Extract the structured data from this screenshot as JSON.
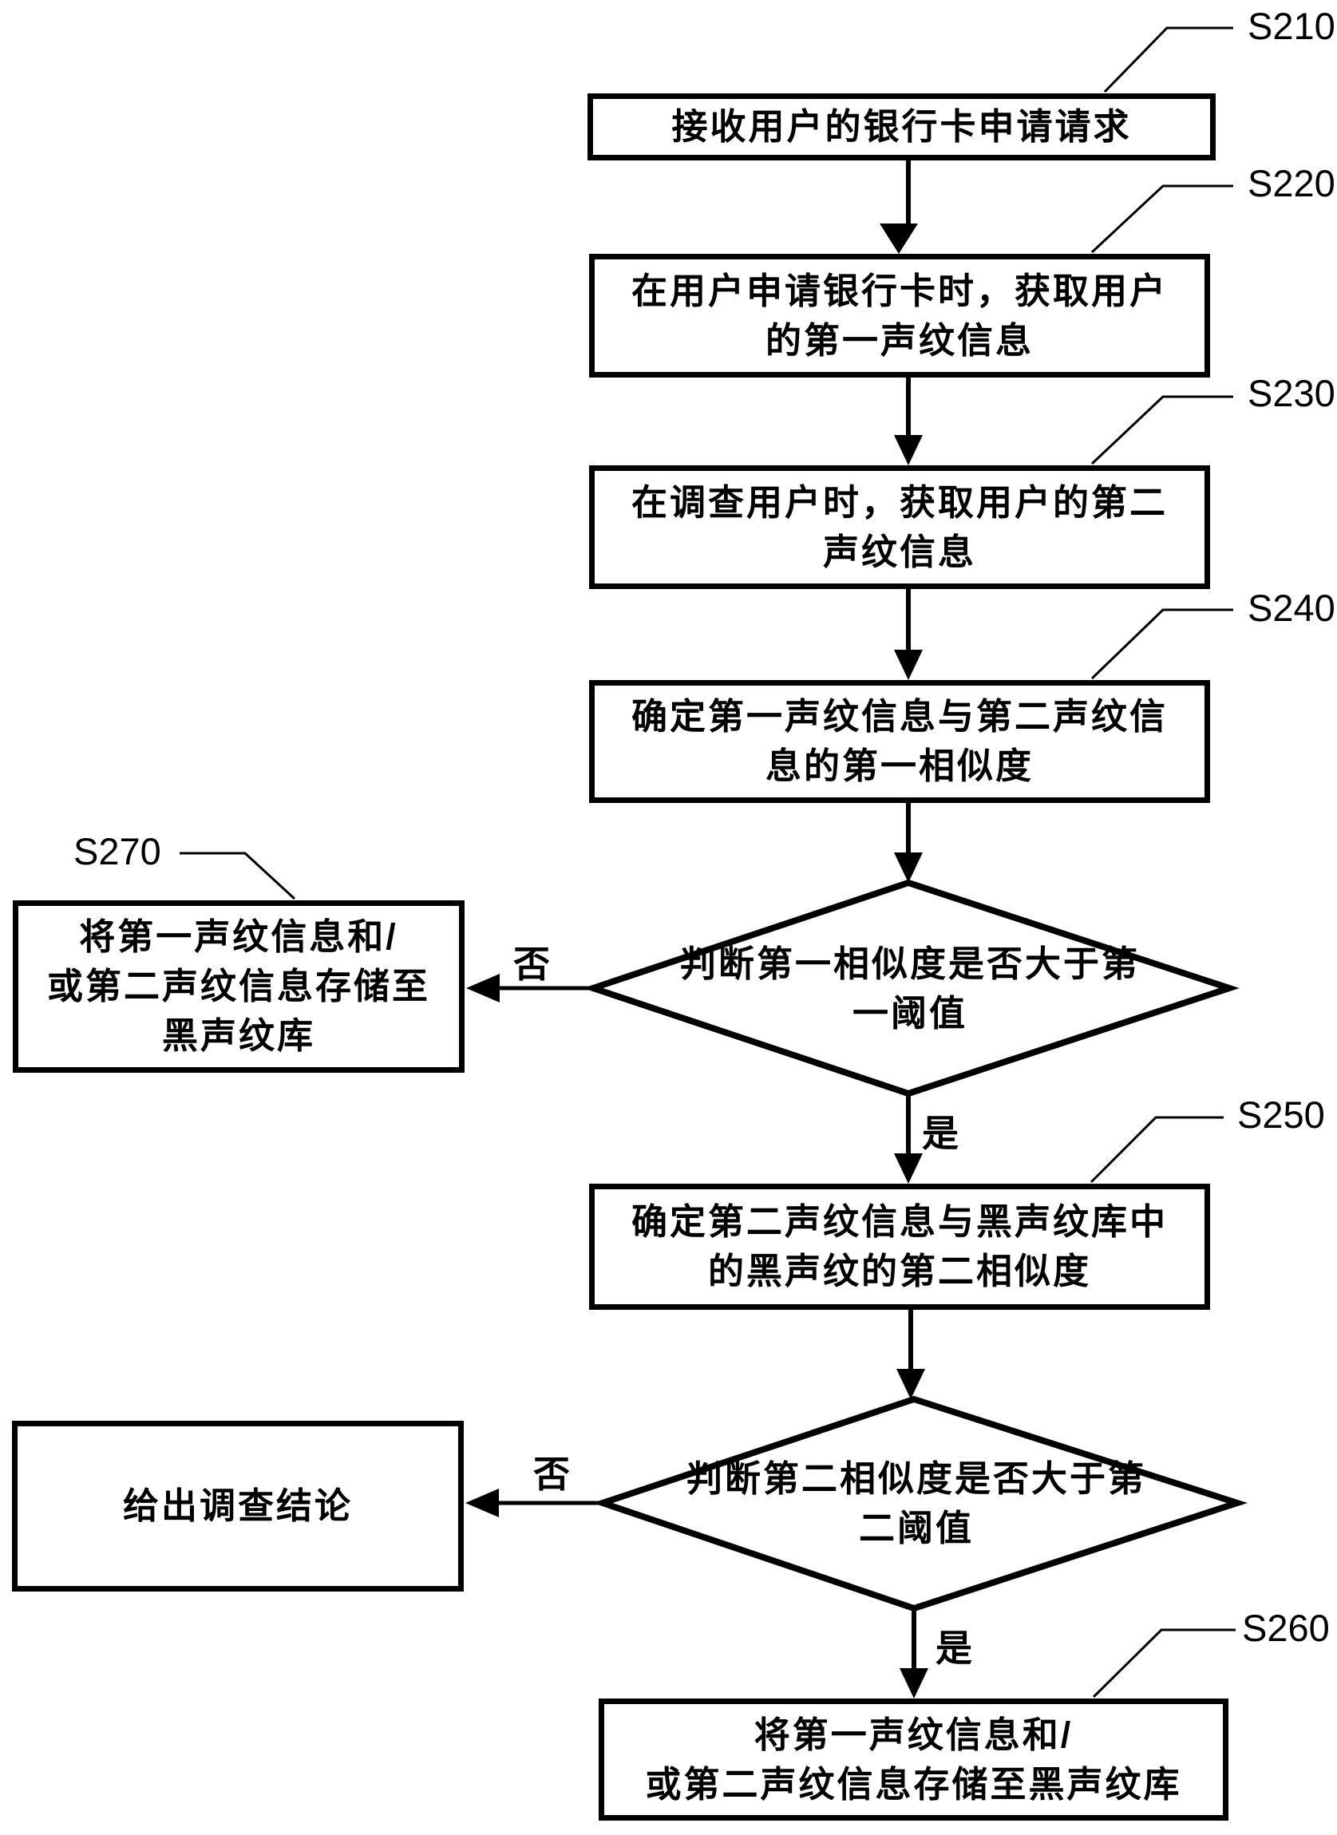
{
  "diagram": {
    "branch": {
      "yes": "是",
      "no": "否"
    },
    "steps": {
      "s210": {
        "label": "S210",
        "lines": [
          "接收用户的银行卡申请请求"
        ]
      },
      "s220": {
        "label": "S220",
        "lines": [
          "在用户申请银行卡时，获取用户",
          "的第一声纹信息"
        ]
      },
      "s230": {
        "label": "S230",
        "lines": [
          "在调查用户时，获取用户的第二",
          "声纹信息"
        ]
      },
      "s240": {
        "label": "S240",
        "lines": [
          "确定第一声纹信息与第二声纹信",
          "息的第一相似度"
        ]
      },
      "decision1": {
        "lines": [
          "判断第一相似度是否大于第",
          "一阈值"
        ]
      },
      "s270": {
        "label": "S270",
        "lines": [
          "将第一声纹信息和/",
          "或第二声纹信息存储至",
          "黑声纹库"
        ]
      },
      "s250": {
        "label": "S250",
        "lines": [
          "确定第二声纹信息与黑声纹库中",
          "的黑声纹的第二相似度"
        ]
      },
      "decision2": {
        "lines": [
          "判断第二相似度是否大于第",
          "二阈值"
        ]
      },
      "conclusion": {
        "lines": [
          "给出调查结论"
        ]
      },
      "s260": {
        "label": "S260",
        "lines": [
          "将第一声纹信息和/",
          "或第二声纹信息存储至黑声纹库"
        ]
      }
    },
    "colors": {
      "line": "#000000",
      "background": "#ffffff",
      "text": "#000000"
    }
  }
}
